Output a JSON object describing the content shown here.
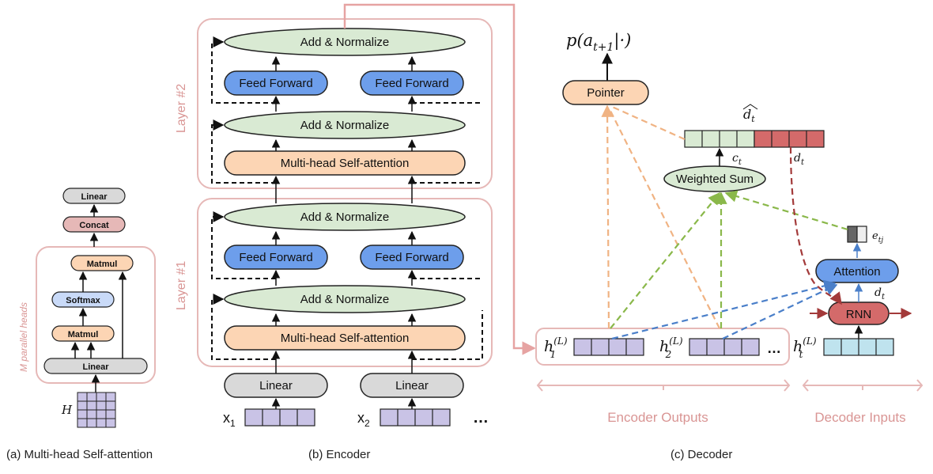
{
  "captions": {
    "a": "(a) Multi-head Self-attention",
    "b": "(b) Encoder",
    "c": "(c) Decoder"
  },
  "mhsa": {
    "linear_top": "Linear",
    "concat": "Concat",
    "matmul_top": "Matmul",
    "softmax": "Softmax",
    "matmul_bottom": "Matmul",
    "linear_bottom": "Linear",
    "side_label": "M parallel heads",
    "input_label": "H"
  },
  "encoder": {
    "layer2_label": "Layer #2",
    "layer1_label": "Layer #1",
    "add_norm": "Add & Normalize",
    "feed_forward": "Feed Forward",
    "self_attention": "Multi-head Self-attention",
    "linear": "Linear",
    "x1": "x",
    "x1_sub": "1",
    "x2": "x",
    "x2_sub": "2",
    "ellipsis": "…"
  },
  "decoder": {
    "output_prob": "p(a",
    "output_prob_sub": "t+1",
    "output_prob_rest": "|·)",
    "pointer": "Pointer",
    "dhat": "d",
    "dhat_sub": "t",
    "c_t": "c",
    "c_t_sub": "t",
    "d_t": "d",
    "d_t_sub": "t",
    "weighted_sum": "Weighted Sum",
    "e_tj": "e",
    "e_tj_sub": "tj",
    "attention": "Attention",
    "d_t2": "d",
    "d_t2_sub": "t",
    "rnn": "RNN",
    "h1": "h",
    "h1_sup": "(L)",
    "h1_sub": "1",
    "h2": "h",
    "h2_sup": "(L)",
    "h2_sub": "2",
    "ht": "h",
    "ht_sup": "(L)",
    "ht_sub": "t",
    "ellipsis": "…",
    "encoder_outputs": "Encoder Outputs",
    "decoder_inputs": "Decoder Inputs"
  },
  "colors": {
    "green": "#d9ead3",
    "blue": "#6d9eeb",
    "orange": "#fcd5b4",
    "purple": "#c9c3e6",
    "grey": "#d9d9d9",
    "pink_fill": "#e6b8b7",
    "red_fill": "#d46a6a",
    "cyan": "#bfe3ee",
    "frame": "#e6b8b7",
    "label": "#d99594"
  }
}
